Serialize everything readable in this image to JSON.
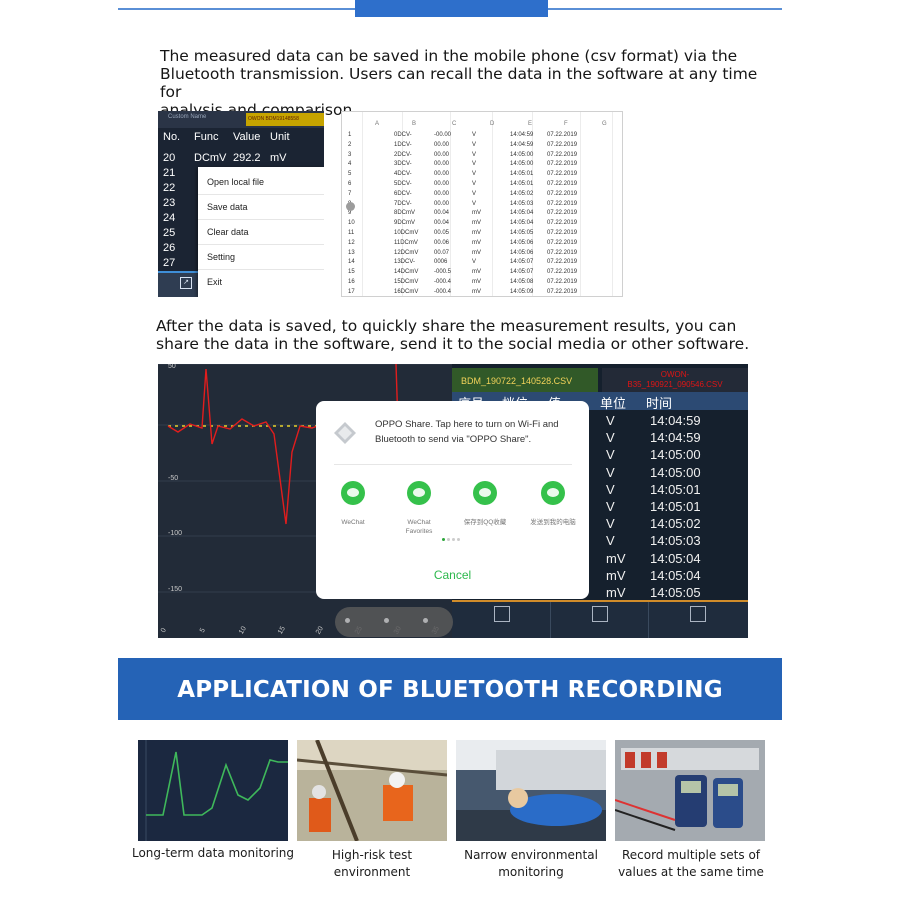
{
  "intro": {
    "paragraph1": "The measured data can be saved in the mobile phone (csv format) via the\nBluetooth transmission. Users can recall the data in the software at any time for\nanalysis and comparison.",
    "paragraph2": "After the data is saved, to quickly share the measurement results, you can\nshare the data in the software, send it to the social media or other software."
  },
  "phone_list": {
    "custom_name": "Custom Name",
    "device_tag": "OWON BDM19148558",
    "columns": [
      "No.",
      "Func",
      "Value",
      "Unit"
    ],
    "rows": [
      {
        "no": "20",
        "func": "DCmV",
        "value": "292.2",
        "unit": "mV"
      },
      {
        "no": "21",
        "func": "",
        "value": "",
        "unit": ""
      },
      {
        "no": "22",
        "func": "",
        "value": "",
        "unit": ""
      },
      {
        "no": "23",
        "func": "",
        "value": "",
        "unit": ""
      },
      {
        "no": "24",
        "func": "",
        "value": "",
        "unit": ""
      },
      {
        "no": "25",
        "func": "",
        "value": "",
        "unit": ""
      },
      {
        "no": "26",
        "func": "",
        "value": "",
        "unit": ""
      },
      {
        "no": "27",
        "func": "",
        "value": "",
        "unit": ""
      }
    ],
    "menu": [
      "Open local file",
      "Save data",
      "Clear data",
      "Setting",
      "Exit"
    ]
  },
  "spreadsheet": {
    "col_headers": [
      "A",
      "B",
      "C",
      "D",
      "E",
      "F",
      "G"
    ],
    "rows": [
      [
        "1",
        "0DCV-",
        "-00.00",
        "V",
        "14:04:59",
        "07.22.2019"
      ],
      [
        "2",
        "1DCV-",
        "00.00",
        "V",
        "14:04:59",
        "07.22.2019"
      ],
      [
        "3",
        "2DCV-",
        "00.00",
        "V",
        "14:05:00",
        "07.22.2019"
      ],
      [
        "4",
        "3DCV-",
        "00.00",
        "V",
        "14:05:00",
        "07.22.2019"
      ],
      [
        "5",
        "4DCV-",
        "00.00",
        "V",
        "14:05:01",
        "07.22.2019"
      ],
      [
        "6",
        "5DCV-",
        "00.00",
        "V",
        "14:05:01",
        "07.22.2019"
      ],
      [
        "7",
        "6DCV-",
        "00.00",
        "V",
        "14:05:02",
        "07.22.2019"
      ],
      [
        "8",
        "7DCV-",
        "00.00",
        "V",
        "14:05:03",
        "07.22.2019"
      ],
      [
        "9",
        "8DCmV",
        "00.04",
        "mV",
        "14:05:04",
        "07.22.2019"
      ],
      [
        "10",
        "9DCmV",
        "00.04",
        "mV",
        "14:05:04",
        "07.22.2019"
      ],
      [
        "11",
        "10DCmV",
        "00.05",
        "mV",
        "14:05:05",
        "07.22.2019"
      ],
      [
        "12",
        "11DCmV",
        "00.06",
        "mV",
        "14:05:06",
        "07.22.2019"
      ],
      [
        "13",
        "12DCmV",
        "00.07",
        "mV",
        "14:05:06",
        "07.22.2019"
      ],
      [
        "14",
        "13DCV-",
        "0006",
        "V",
        "14:05:07",
        "07.22.2019"
      ],
      [
        "15",
        "14DCmV",
        "-000.5",
        "mV",
        "14:05:07",
        "07.22.2019"
      ],
      [
        "16",
        "15DCmV",
        "-000.4",
        "mV",
        "14:05:08",
        "07.22.2019"
      ],
      [
        "17",
        "16DCmV",
        "-000.4",
        "mV",
        "14:05:09",
        "07.22.2019"
      ]
    ]
  },
  "share_screen": {
    "y_ticks": [
      "50",
      "-50",
      "-100",
      "-150"
    ],
    "x_ticks": [
      "0",
      "5",
      "10",
      "15",
      "20",
      "25",
      "30",
      "35"
    ],
    "file_active": "BDM_190722_140528.CSV",
    "file_other": "OWON-\nB35_190921_090546.CSV",
    "columns": [
      "序号",
      "档位",
      "值",
      "单位",
      "时间"
    ],
    "rows": [
      {
        "unit": "V",
        "time": "14:04:59"
      },
      {
        "unit": "V",
        "time": "14:04:59"
      },
      {
        "unit": "V",
        "time": "14:05:00"
      },
      {
        "unit": "V",
        "time": "14:05:00"
      },
      {
        "unit": "V",
        "time": "14:05:01"
      },
      {
        "unit": "V",
        "time": "14:05:01"
      },
      {
        "unit": "V",
        "time": "14:05:02"
      },
      {
        "unit": "V",
        "time": "14:05:03"
      },
      {
        "unit": "mV",
        "time": "14:05:04"
      },
      {
        "unit": "mV",
        "time": "14:05:04"
      },
      {
        "unit": "mV",
        "time": "14:05:05"
      }
    ]
  },
  "share_dialog": {
    "message": "OPPO Share. Tap here to turn on Wi-Fi and Bluetooth to send via \"OPPO Share\".",
    "targets": [
      "WeChat",
      "WeChat Favorites",
      "保存到QQ收藏",
      "发送到我的电脑"
    ],
    "cancel": "Cancel",
    "accent": "#35c14b"
  },
  "banner": {
    "title": "APPLICATION OF BLUETOOTH RECORDING FUNCTION",
    "color": "#2563b6"
  },
  "applications": [
    {
      "caption": "Long-term data monitoring"
    },
    {
      "caption": "High-risk test\nenvironment"
    },
    {
      "caption": "Narrow environmental\nmonitoring"
    },
    {
      "caption": "Record multiple sets of\nvalues at the same time"
    }
  ]
}
